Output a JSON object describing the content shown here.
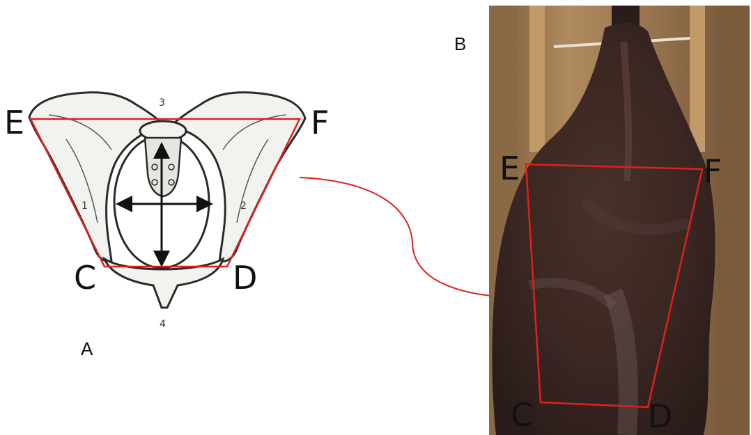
{
  "panel_a": {
    "label": "A",
    "corner_labels": {
      "e": "E",
      "f": "F",
      "c": "C",
      "d": "D"
    },
    "numbers": {
      "n1": "1",
      "n2": "2",
      "n3": "3",
      "n4": "4"
    }
  },
  "panel_b": {
    "label": "B",
    "corner_labels": {
      "e": "E",
      "f": "F",
      "c": "C",
      "d": "D"
    }
  },
  "colors": {
    "outline_red": "#e0201c",
    "bone_fill": "#f2f2ee",
    "bone_stroke": "#2a2a2a",
    "hide": "#3a2622",
    "wood": "#a8835a"
  }
}
